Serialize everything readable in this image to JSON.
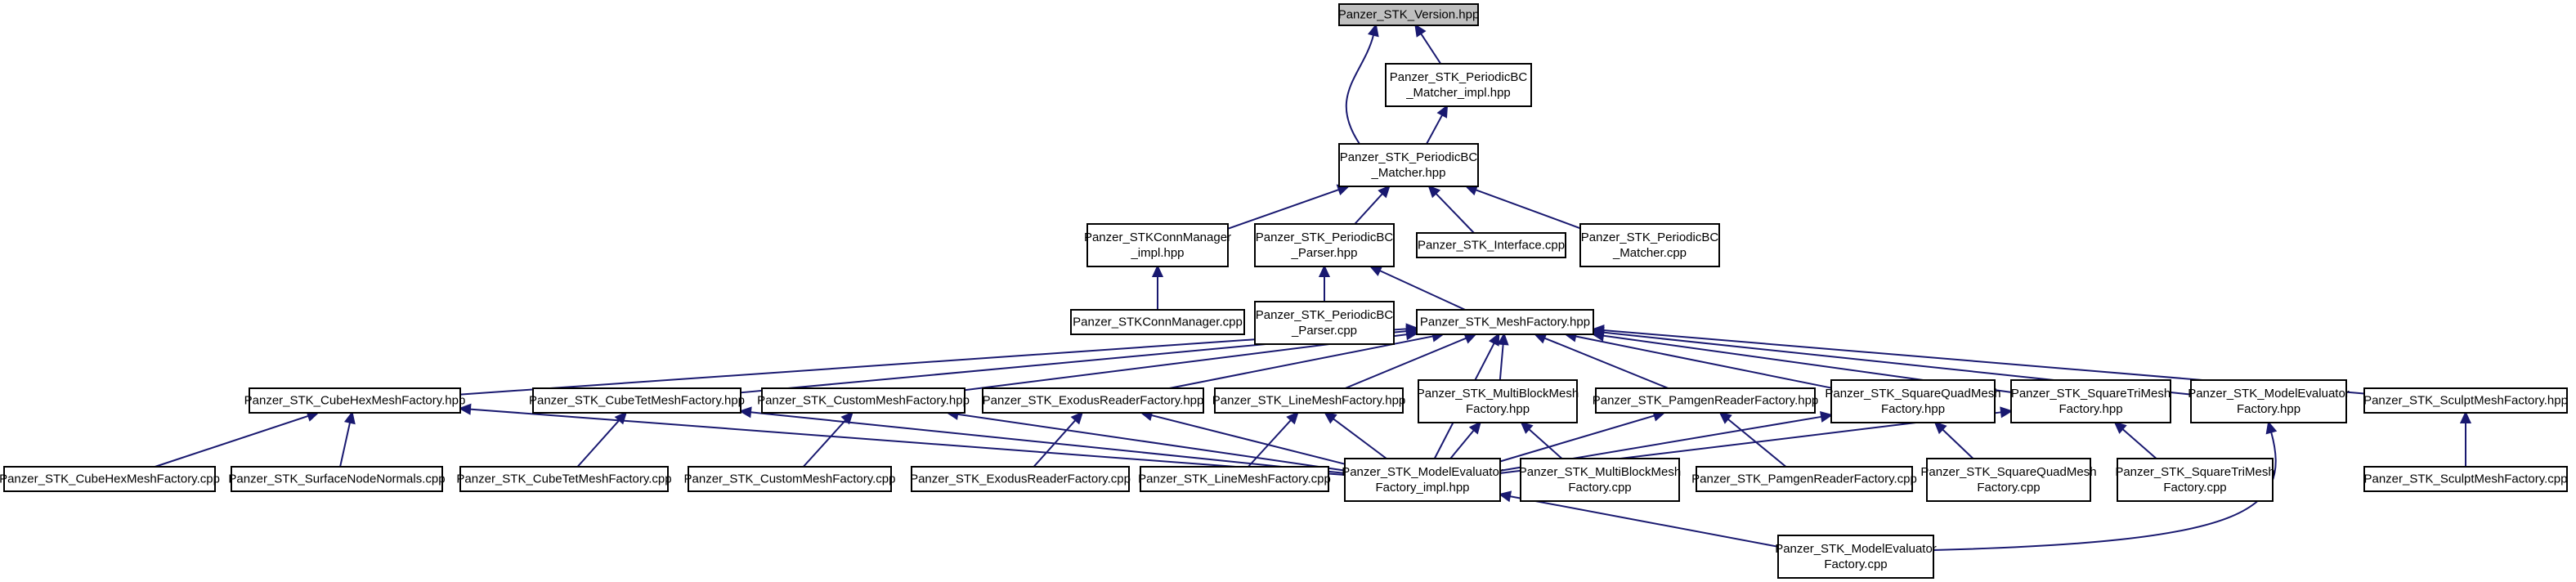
{
  "colors": {
    "edge": "#191970",
    "root_fill": "#bfbfbf",
    "node_fill": "#ffffff",
    "border": "#000000"
  },
  "nodes": [
    {
      "id": "version",
      "root": true,
      "lines": [
        "Panzer_STK_Version.hpp"
      ]
    },
    {
      "id": "matcher_impl",
      "lines": [
        "Panzer_STK_PeriodicBC",
        "_Matcher_impl.hpp"
      ]
    },
    {
      "id": "matcher_hpp",
      "lines": [
        "Panzer_STK_PeriodicBC",
        "_Matcher.hpp"
      ]
    },
    {
      "id": "connmgr_hpp",
      "lines": [
        "Panzer_STKConnManager",
        "_impl.hpp"
      ]
    },
    {
      "id": "parser_hpp",
      "lines": [
        "Panzer_STK_PeriodicBC",
        "_Parser.hpp"
      ]
    },
    {
      "id": "interface_cpp",
      "lines": [
        "Panzer_STK_Interface.cpp"
      ]
    },
    {
      "id": "matcher_cpp",
      "lines": [
        "Panzer_STK_PeriodicBC",
        "_Matcher.cpp"
      ]
    },
    {
      "id": "connmgr_cpp",
      "lines": [
        "Panzer_STKConnManager.cpp"
      ]
    },
    {
      "id": "parser_cpp",
      "lines": [
        "Panzer_STK_PeriodicBC",
        "_Parser.cpp"
      ]
    },
    {
      "id": "meshfactory_hpp",
      "lines": [
        "Panzer_STK_MeshFactory.hpp"
      ]
    },
    {
      "id": "cubehex_hpp",
      "lines": [
        "Panzer_STK_CubeHexMeshFactory.hpp"
      ]
    },
    {
      "id": "cubetet_hpp",
      "lines": [
        "Panzer_STK_CubeTetMeshFactory.hpp"
      ]
    },
    {
      "id": "custom_hpp",
      "lines": [
        "Panzer_STK_CustomMeshFactory.hpp"
      ]
    },
    {
      "id": "exodus_hpp",
      "lines": [
        "Panzer_STK_ExodusReaderFactory.hpp"
      ]
    },
    {
      "id": "line_hpp",
      "lines": [
        "Panzer_STK_LineMeshFactory.hpp"
      ]
    },
    {
      "id": "multiblock_hpp",
      "lines": [
        "Panzer_STK_MultiBlockMesh",
        "Factory.hpp"
      ]
    },
    {
      "id": "pamgen_hpp",
      "lines": [
        "Panzer_STK_PamgenReaderFactory.hpp"
      ]
    },
    {
      "id": "squarequad_hpp",
      "lines": [
        "Panzer_STK_SquareQuadMesh",
        "Factory.hpp"
      ]
    },
    {
      "id": "squaretri_hpp",
      "lines": [
        "Panzer_STK_SquareTriMesh",
        "Factory.hpp"
      ]
    },
    {
      "id": "modeleval_hpp",
      "lines": [
        "Panzer_STK_ModelEvaluator",
        "Factory.hpp"
      ]
    },
    {
      "id": "sculpt_hpp",
      "lines": [
        "Panzer_STK_SculptMeshFactory.hpp"
      ]
    },
    {
      "id": "cubehex_cpp",
      "lines": [
        "Panzer_STK_CubeHexMeshFactory.cpp"
      ]
    },
    {
      "id": "surfacenode_cpp",
      "lines": [
        "Panzer_STK_SurfaceNodeNormals.cpp"
      ]
    },
    {
      "id": "cubetet_cpp",
      "lines": [
        "Panzer_STK_CubeTetMeshFactory.cpp"
      ]
    },
    {
      "id": "custom_cpp",
      "lines": [
        "Panzer_STK_CustomMeshFactory.cpp"
      ]
    },
    {
      "id": "exodus_cpp",
      "lines": [
        "Panzer_STK_ExodusReaderFactory.cpp"
      ]
    },
    {
      "id": "line_cpp",
      "lines": [
        "Panzer_STK_LineMeshFactory.cpp"
      ]
    },
    {
      "id": "modeleval_impl",
      "lines": [
        "Panzer_STK_ModelEvaluator",
        "Factory_impl.hpp"
      ]
    },
    {
      "id": "multiblock_cpp",
      "lines": [
        "Panzer_STK_MultiBlockMesh",
        "Factory.cpp"
      ]
    },
    {
      "id": "pamgen_cpp",
      "lines": [
        "Panzer_STK_PamgenReaderFactory.cpp"
      ]
    },
    {
      "id": "squarequad_cpp",
      "lines": [
        "Panzer_STK_SquareQuadMesh",
        "Factory.cpp"
      ]
    },
    {
      "id": "squaretri_cpp",
      "lines": [
        "Panzer_STK_SquareTriMesh",
        "Factory.cpp"
      ]
    },
    {
      "id": "sculpt_cpp",
      "lines": [
        "Panzer_STK_SculptMeshFactory.cpp"
      ]
    },
    {
      "id": "modeleval_cpp",
      "lines": [
        "Panzer_STK_ModelEvaluator",
        "Factory.cpp"
      ]
    }
  ],
  "edges": [
    [
      "matcher_impl",
      "version"
    ],
    [
      "matcher_hpp",
      "version"
    ],
    [
      "matcher_hpp",
      "matcher_impl"
    ],
    [
      "connmgr_hpp",
      "matcher_hpp"
    ],
    [
      "parser_hpp",
      "matcher_hpp"
    ],
    [
      "interface_cpp",
      "matcher_hpp"
    ],
    [
      "matcher_cpp",
      "matcher_hpp"
    ],
    [
      "connmgr_cpp",
      "connmgr_hpp"
    ],
    [
      "parser_cpp",
      "parser_hpp"
    ],
    [
      "meshfactory_hpp",
      "parser_hpp"
    ],
    [
      "cubehex_hpp",
      "meshfactory_hpp"
    ],
    [
      "cubetet_hpp",
      "meshfactory_hpp"
    ],
    [
      "custom_hpp",
      "meshfactory_hpp"
    ],
    [
      "exodus_hpp",
      "meshfactory_hpp"
    ],
    [
      "line_hpp",
      "meshfactory_hpp"
    ],
    [
      "multiblock_hpp",
      "meshfactory_hpp"
    ],
    [
      "pamgen_hpp",
      "meshfactory_hpp"
    ],
    [
      "squarequad_hpp",
      "meshfactory_hpp"
    ],
    [
      "squaretri_hpp",
      "meshfactory_hpp"
    ],
    [
      "modeleval_hpp",
      "meshfactory_hpp"
    ],
    [
      "sculpt_hpp",
      "meshfactory_hpp"
    ],
    [
      "modeleval_impl",
      "meshfactory_hpp"
    ],
    [
      "cubehex_cpp",
      "cubehex_hpp"
    ],
    [
      "surfacenode_cpp",
      "cubehex_hpp"
    ],
    [
      "modeleval_impl",
      "cubehex_hpp"
    ],
    [
      "cubetet_cpp",
      "cubetet_hpp"
    ],
    [
      "modeleval_impl",
      "cubetet_hpp"
    ],
    [
      "custom_cpp",
      "custom_hpp"
    ],
    [
      "modeleval_impl",
      "custom_hpp"
    ],
    [
      "exodus_cpp",
      "exodus_hpp"
    ],
    [
      "modeleval_impl",
      "exodus_hpp"
    ],
    [
      "line_cpp",
      "line_hpp"
    ],
    [
      "modeleval_impl",
      "line_hpp"
    ],
    [
      "modeleval_impl",
      "multiblock_hpp"
    ],
    [
      "multiblock_cpp",
      "multiblock_hpp"
    ],
    [
      "modeleval_impl",
      "pamgen_hpp"
    ],
    [
      "pamgen_cpp",
      "pamgen_hpp"
    ],
    [
      "modeleval_impl",
      "squarequad_hpp"
    ],
    [
      "squarequad_cpp",
      "squarequad_hpp"
    ],
    [
      "modeleval_impl",
      "squaretri_hpp"
    ],
    [
      "squaretri_cpp",
      "squaretri_hpp"
    ],
    [
      "sculpt_cpp",
      "sculpt_hpp"
    ],
    [
      "modeleval_cpp",
      "modeleval_impl"
    ],
    [
      "modeleval_cpp",
      "modeleval_hpp"
    ]
  ]
}
